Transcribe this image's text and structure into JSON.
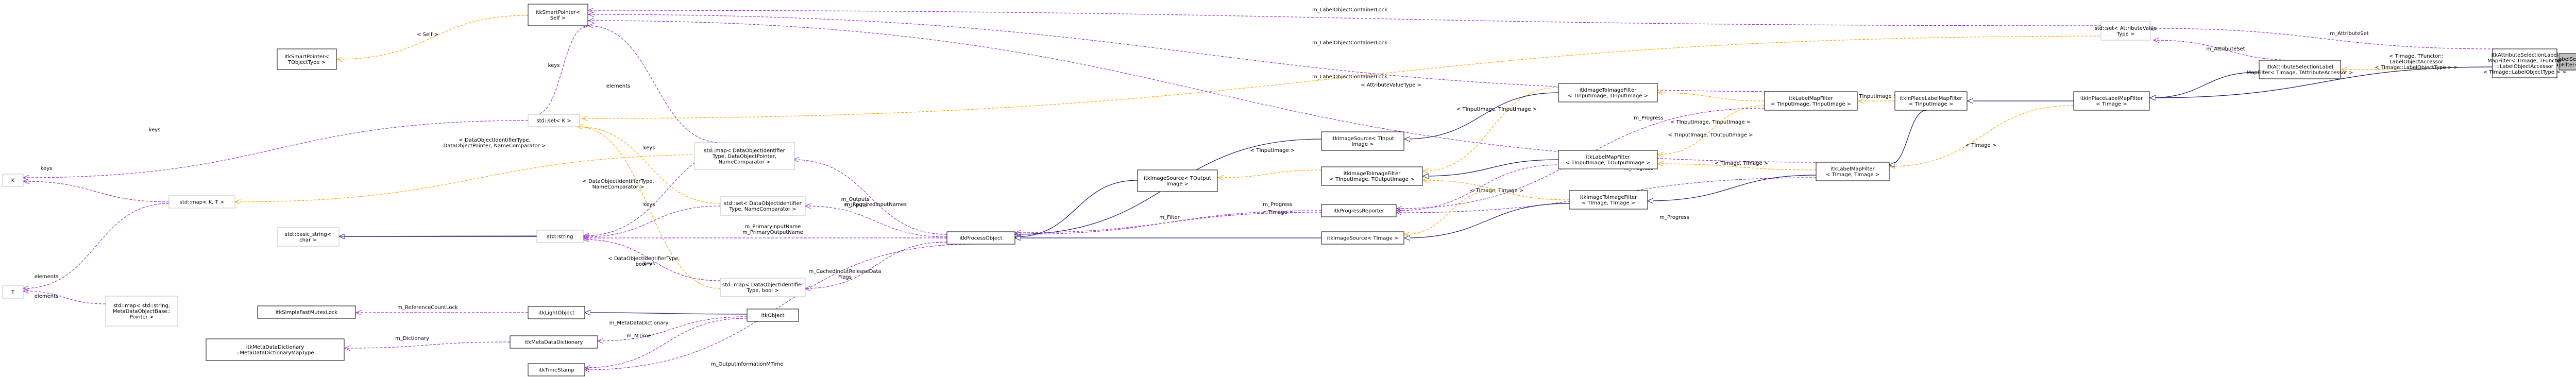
{
  "nodes": [
    {
      "id": "target",
      "lines": [
        "itkLabelSelectionLabel",
        "MapFilter< TImage >"
      ],
      "style": "hl"
    },
    {
      "id": "attrsel3",
      "lines": [
        "itkAttributeSelectionLabel",
        "MapFilter< TImage, TFunctor",
        "::LabelObjectAccessor",
        "< TImage::LabelObjectType > >"
      ],
      "style": "normal"
    },
    {
      "id": "attrsel2",
      "lines": [
        "itkAttributeSelectionLabel",
        "MapFilter< TImage, TAttributeAccessor >"
      ],
      "style": "normal"
    },
    {
      "id": "stdset_attr",
      "lines": [
        "std::set< AttributeValue",
        "Type >"
      ],
      "style": "gray"
    },
    {
      "id": "inplace_T",
      "lines": [
        "itkInPlaceLabelMapFilter",
        "< TImage >"
      ],
      "style": "normal"
    },
    {
      "id": "inplace_TI",
      "lines": [
        "itkInPlaceLabelMapFilter",
        "< TInputImage >"
      ],
      "style": "normal"
    },
    {
      "id": "lmf_TT",
      "lines": [
        "itkLabelMapFilter",
        "< TImage, TImage >"
      ],
      "style": "normal"
    },
    {
      "id": "lmf_TITI",
      "lines": [
        "itkLabelMapFilter",
        "< TInputImage, TInputImage >"
      ],
      "style": "normal"
    },
    {
      "id": "lmf_TITO",
      "lines": [
        "itkLabelMapFilter",
        "< TInputImage, TOutputImage >"
      ],
      "style": "normal"
    },
    {
      "id": "itif_TT",
      "lines": [
        "itkImageToImageFilter",
        "< TImage, TImage >"
      ],
      "style": "normal"
    },
    {
      "id": "itif_TITI",
      "lines": [
        "itkImageToImageFilter",
        "< TInputImage, TInputImage >"
      ],
      "style": "normal"
    },
    {
      "id": "itif_TITO",
      "lines": [
        "itkImageToImageFilter",
        "< TInputImage, TOutputImage >"
      ],
      "style": "normal"
    },
    {
      "id": "is_TI",
      "lines": [
        "itkImageSource< TInput",
        "Image >"
      ],
      "style": "normal"
    },
    {
      "id": "is_TO",
      "lines": [
        "itkImageSource< TOutput",
        "Image >"
      ],
      "style": "normal"
    },
    {
      "id": "is_T",
      "lines": [
        "itkImageSource< TImage >"
      ],
      "style": "normal"
    },
    {
      "id": "progress",
      "lines": [
        "itkProgressReporter"
      ],
      "style": "normal"
    },
    {
      "id": "procobj",
      "lines": [
        "itkProcessObject"
      ],
      "style": "normal"
    },
    {
      "id": "smartptr_self",
      "lines": [
        "itkSmartPointer<",
        "Self >"
      ],
      "style": "normal"
    },
    {
      "id": "smartptr_T",
      "lines": [
        "itkSmartPointer<",
        "TObjectType >"
      ],
      "style": "normal"
    },
    {
      "id": "stdset_K",
      "lines": [
        "std::set< K >"
      ],
      "style": "gray"
    },
    {
      "id": "stdmap_ddp",
      "lines": [
        "std::map< DataObjectIdentifier",
        "Type, DataObjectPointer,",
        "NameComparator >"
      ],
      "style": "gray"
    },
    {
      "id": "stdset_ddn",
      "lines": [
        "std::set< DataObjectIdentifier",
        "Type, NameComparator >"
      ],
      "style": "gray"
    },
    {
      "id": "stdmap_ddb",
      "lines": [
        "std::map< DataObjectIdentifier",
        "Type, bool >"
      ],
      "style": "gray"
    },
    {
      "id": "stdmap_KT",
      "lines": [
        "std::map< K, T >"
      ],
      "style": "gray"
    },
    {
      "id": "stdmap_meta",
      "lines": [
        "std::map< std::string,",
        "MetaDataObjectBase::",
        "Pointer >"
      ],
      "style": "gray"
    },
    {
      "id": "K",
      "lines": [
        "K"
      ],
      "style": "gray"
    },
    {
      "id": "T",
      "lines": [
        "T"
      ],
      "style": "gray"
    },
    {
      "id": "basic_string",
      "lines": [
        "std::basic_string<",
        "char >"
      ],
      "style": "gray"
    },
    {
      "id": "stdstring",
      "lines": [
        "std::string"
      ],
      "style": "gray"
    },
    {
      "id": "object",
      "lines": [
        "itkObject"
      ],
      "style": "normal"
    },
    {
      "id": "lightobj",
      "lines": [
        "itkLightObject"
      ],
      "style": "normal"
    },
    {
      "id": "mutexlock",
      "lines": [
        "itkSimpleFastMutexLock"
      ],
      "style": "normal"
    },
    {
      "id": "metadict",
      "lines": [
        "itkMetaDataDictionary"
      ],
      "style": "normal"
    },
    {
      "id": "metadict2",
      "lines": [
        "itkMetaDataDictionary",
        "::MetaDataDictionaryMapType"
      ],
      "style": "normal"
    },
    {
      "id": "timestamp",
      "lines": [
        "itkTimeStamp"
      ],
      "style": "normal"
    }
  ],
  "edges": [
    {
      "id": "e1",
      "kind": "inherit",
      "label": ""
    },
    {
      "id": "e2",
      "kind": "tmpl",
      "label": "< TImage, TFunctor::\nLabelObjectAccessor\n< TImage::LabelObjectType > >"
    },
    {
      "id": "e3",
      "kind": "use",
      "label": "m_AttributeSet"
    },
    {
      "id": "e4",
      "kind": "use",
      "label": "m_AttributeSet"
    },
    {
      "id": "e5",
      "kind": "inherit",
      "label": ""
    },
    {
      "id": "e6",
      "kind": "inherit",
      "label": ""
    },
    {
      "id": "e7",
      "kind": "tmpl",
      "label": "< AttributeValueType >"
    },
    {
      "id": "e8",
      "kind": "use",
      "label": "m_LabelObjectContainerLock"
    },
    {
      "id": "e9",
      "kind": "use",
      "label": "m_LabelObjectContainerLock"
    },
    {
      "id": "e10",
      "kind": "use",
      "label": "m_LabelObjectContainerLock"
    },
    {
      "id": "e11",
      "kind": "inherit",
      "label": ""
    },
    {
      "id": "e12",
      "kind": "tmpl",
      "label": "< TInputImage >"
    },
    {
      "id": "e13",
      "kind": "tmpl",
      "label": "< TImage >"
    },
    {
      "id": "e14",
      "kind": "inherit",
      "label": ""
    },
    {
      "id": "e15",
      "kind": "tmpl",
      "label": "< TInputImage, TInputImage >"
    },
    {
      "id": "e16",
      "kind": "tmpl",
      "label": "< TInputImage, TOutputImage >"
    },
    {
      "id": "e17",
      "kind": "tmpl",
      "label": "< TImage, TImage >"
    },
    {
      "id": "e18",
      "kind": "use",
      "label": "m_Progress"
    },
    {
      "id": "e19",
      "kind": "use",
      "label": "m_Progress"
    },
    {
      "id": "e20",
      "kind": "use",
      "label": "m_Progress"
    },
    {
      "id": "e21",
      "kind": "inherit",
      "label": ""
    },
    {
      "id": "e22",
      "kind": "inherit",
      "label": ""
    },
    {
      "id": "e23",
      "kind": "tmpl",
      "label": "< TInputImage, TInputImage >"
    },
    {
      "id": "e24",
      "kind": "tmpl",
      "label": "< TImage, TImage >"
    },
    {
      "id": "e25",
      "kind": "inherit",
      "label": ""
    },
    {
      "id": "e26",
      "kind": "tmpl",
      "label": "< TInputImage >"
    },
    {
      "id": "e27",
      "kind": "inherit",
      "label": ""
    },
    {
      "id": "e28",
      "kind": "tmpl",
      "label": "< TImage >"
    },
    {
      "id": "e29",
      "kind": "inherit",
      "label": ""
    },
    {
      "id": "e30",
      "kind": "inherit",
      "label": ""
    },
    {
      "id": "e31",
      "kind": "inherit",
      "label": ""
    },
    {
      "id": "e32",
      "kind": "use",
      "label": "m_Filter"
    },
    {
      "id": "e33",
      "kind": "tmpl",
      "label": "< Self >"
    },
    {
      "id": "e34",
      "kind": "use",
      "label": "elements"
    },
    {
      "id": "e35",
      "kind": "use",
      "label": "keys"
    },
    {
      "id": "e36",
      "kind": "tmpl",
      "label": "< DataObjectIdentifierType,\nDataObjectPointer, NameComparator >"
    },
    {
      "id": "e37",
      "kind": "tmpl",
      "label": "< DataObjectIdentifierType,\nNameComparator >"
    },
    {
      "id": "e38",
      "kind": "tmpl",
      "label": "< DataObjectIdentifierType,\nbool >"
    },
    {
      "id": "e39",
      "kind": "use",
      "label": "keys"
    },
    {
      "id": "e40",
      "kind": "use",
      "label": "keys"
    },
    {
      "id": "e41",
      "kind": "use",
      "label": "keys"
    },
    {
      "id": "e42",
      "kind": "use",
      "label": "keys"
    },
    {
      "id": "e43",
      "kind": "use",
      "label": "keys"
    },
    {
      "id": "e44",
      "kind": "use",
      "label": "elements"
    },
    {
      "id": "e45",
      "kind": "use",
      "label": "elements"
    },
    {
      "id": "e46",
      "kind": "inherit",
      "label": ""
    },
    {
      "id": "e47",
      "kind": "inherit",
      "label": ""
    },
    {
      "id": "e48",
      "kind": "use",
      "label": "m_Outputs\nm_Inputs"
    },
    {
      "id": "e49",
      "kind": "use",
      "label": "m_RequiredInputNames"
    },
    {
      "id": "e50",
      "kind": "use",
      "label": "m_PrimaryInputName\nm_PrimaryOutputName"
    },
    {
      "id": "e51",
      "kind": "use",
      "label": "m_CachedInputReleaseData\nFlags"
    },
    {
      "id": "e52",
      "kind": "inherit",
      "label": ""
    },
    {
      "id": "e53",
      "kind": "use",
      "label": "m_ReferenceCountLock"
    },
    {
      "id": "e54",
      "kind": "use",
      "label": "m_MetaDataDictionary"
    },
    {
      "id": "e55",
      "kind": "use",
      "label": "m_Dictionary"
    },
    {
      "id": "e56",
      "kind": "use",
      "label": "m_MTime"
    },
    {
      "id": "e57",
      "kind": "use",
      "label": "m_OutputInformationMTime"
    },
    {
      "id": "e58",
      "kind": "use",
      "label": "m_Progress"
    }
  ]
}
